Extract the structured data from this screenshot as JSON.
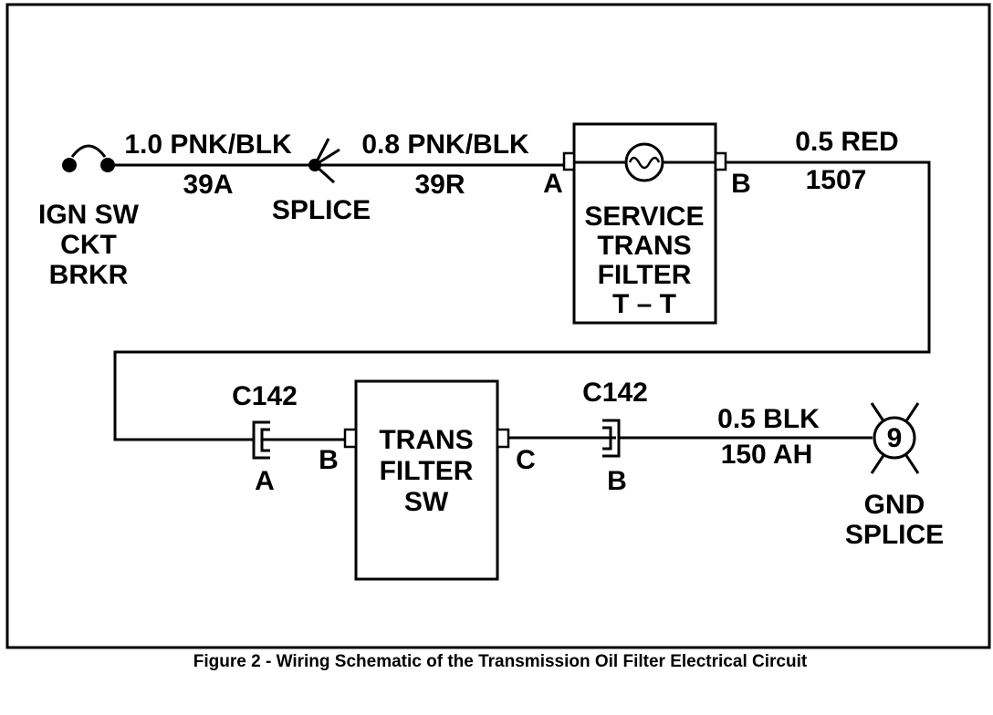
{
  "source": {
    "label_lines": [
      "IGN SW",
      "CKT",
      "BRKR"
    ]
  },
  "wire_ign_splice": {
    "gauge_color": "1.0 PNK/BLK",
    "circuit": "39A"
  },
  "splice": {
    "label": "SPLICE"
  },
  "wire_splice_service": {
    "gauge_color": "0.8 PNK/BLK",
    "circuit": "39R"
  },
  "service_indicator": {
    "label_lines": [
      "SERVICE",
      "TRANS",
      "FILTER",
      "T – T"
    ],
    "terminal_in": "A",
    "terminal_out": "B"
  },
  "wire_service_switch": {
    "gauge_color": "0.5 RED",
    "circuit": "1507"
  },
  "connector_left": {
    "name": "C142",
    "pin_left": "A",
    "pin_right": "B"
  },
  "trans_filter_switch": {
    "label_lines": [
      "TRANS",
      "FILTER",
      "SW"
    ],
    "terminal_out": "C"
  },
  "connector_right": {
    "name": "C142",
    "pin": "B"
  },
  "wire_switch_ground": {
    "gauge_color": "0.5 BLK",
    "circuit": "150 AH"
  },
  "ground": {
    "number": "9",
    "label_lines": [
      "GND",
      "SPLICE"
    ]
  },
  "caption": "Figure 2 - Wiring Schematic of the Transmission Oil Filter Electrical Circuit"
}
